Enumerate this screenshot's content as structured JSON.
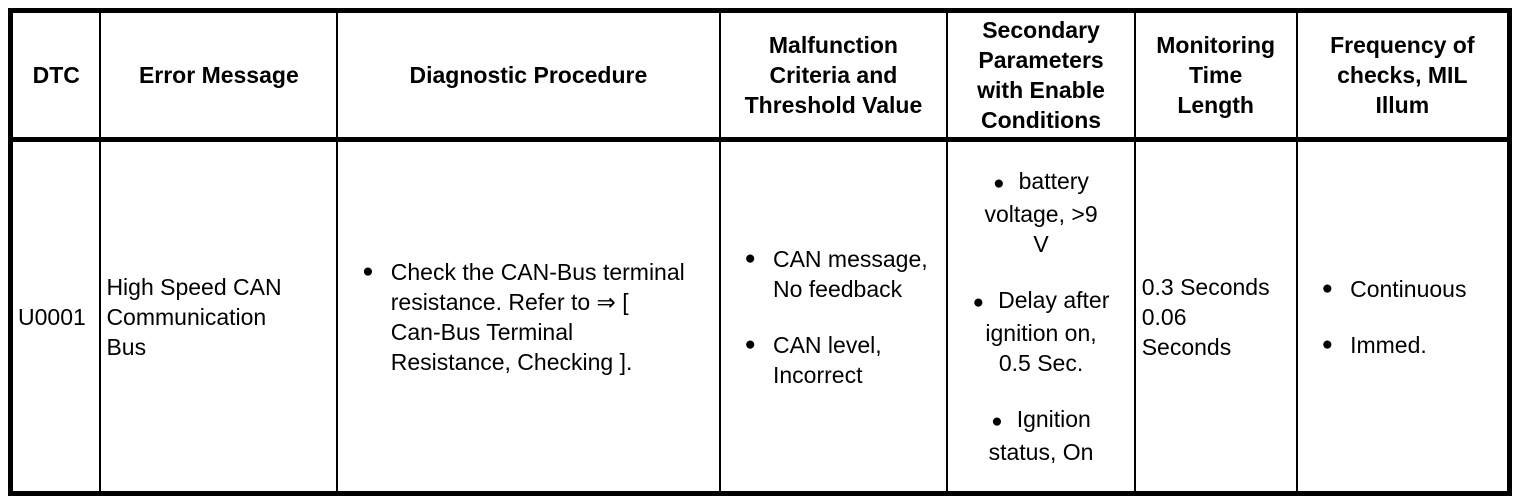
{
  "table": {
    "headers": {
      "dtc": {
        "lines": [
          "DTC"
        ]
      },
      "error_message": {
        "lines": [
          "Error Message"
        ]
      },
      "diagnostic_procedure": {
        "lines": [
          "Diagnostic Procedure"
        ]
      },
      "malfunction_criteria": {
        "lines": [
          "Malfunction",
          "Criteria and",
          "Threshold Value"
        ]
      },
      "secondary_parameters": {
        "lines": [
          "Secondary",
          "Parameters",
          "with Enable",
          "Conditions"
        ]
      },
      "monitoring_time": {
        "lines": [
          "Monitoring",
          "Time",
          "Length"
        ]
      },
      "frequency_checks": {
        "lines": [
          "Frequency of",
          "checks, MIL",
          "Illum"
        ]
      }
    },
    "row": {
      "dtc": "U0001",
      "error_message": {
        "lines": [
          "High Speed CAN",
          "Communication",
          "Bus"
        ]
      },
      "diagnostic_procedure": {
        "items": [
          {
            "lines": [
              "Check the CAN-Bus terminal",
              "resistance. Refer to ⇒ [",
              "Can-Bus Terminal",
              "Resistance, Checking ]."
            ]
          }
        ]
      },
      "malfunction_criteria": {
        "items": [
          {
            "lines": [
              "CAN message,",
              "No feedback"
            ]
          },
          {
            "lines": [
              "CAN level,",
              "Incorrect"
            ]
          }
        ]
      },
      "secondary_parameters": {
        "items": [
          {
            "lines": [
              "battery",
              "voltage, >9",
              "V"
            ]
          },
          {
            "lines": [
              "Delay after",
              "ignition on,",
              "0.5 Sec."
            ]
          },
          {
            "lines": [
              "Ignition",
              "status, On"
            ]
          }
        ]
      },
      "monitoring_time": {
        "lines": [
          "0.3 Seconds",
          "0.06",
          "Seconds"
        ]
      },
      "frequency_checks": {
        "items": [
          {
            "lines": [
              "Continuous"
            ]
          },
          {
            "lines": [
              "Immed."
            ]
          }
        ]
      }
    }
  },
  "ui": {
    "bullet_glyph": "●",
    "colors": {
      "background": "#ffffff",
      "text": "#000000",
      "border": "#000000"
    }
  }
}
